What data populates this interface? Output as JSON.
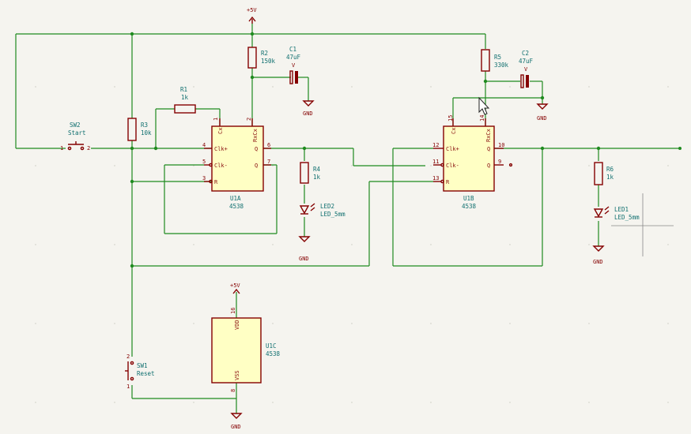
{
  "power": {
    "vcc": "+5V",
    "gnd": "GND"
  },
  "components": {
    "r1": {
      "ref": "R1",
      "value": "1k"
    },
    "r2": {
      "ref": "R2",
      "value": "150k"
    },
    "r3": {
      "ref": "R3",
      "value": "10k"
    },
    "r4": {
      "ref": "R4",
      "value": "1k"
    },
    "r5": {
      "ref": "R5",
      "value": "330k"
    },
    "r6": {
      "ref": "R6",
      "value": "1k"
    },
    "c1": {
      "ref": "C1",
      "value": "47uF"
    },
    "c2": {
      "ref": "C2",
      "value": "47uF"
    },
    "led1": {
      "ref": "LED1",
      "value": "LED_5mm"
    },
    "led2": {
      "ref": "LED2",
      "value": "LED_5mm"
    },
    "sw1": {
      "ref": "SW1",
      "value": "Reset"
    },
    "sw2": {
      "ref": "SW2",
      "value": "Start"
    },
    "u1a": {
      "ref": "U1A",
      "value": "4538"
    },
    "u1b": {
      "ref": "U1B",
      "value": "4538"
    },
    "u1c": {
      "ref": "U1C",
      "value": "4538"
    }
  },
  "pins": {
    "clk_plus": "Clk+",
    "clk_minus": "Clk-",
    "r": "R",
    "q": "Q",
    "cx": "Cx",
    "rxcx": "RxCx",
    "vdd": "VDD",
    "vss": "VSS",
    "polarity": "V",
    "n1": "1",
    "n2": "2",
    "n3": "3",
    "n4": "4",
    "n5": "5",
    "n6": "6",
    "n7": "7",
    "n8": "8",
    "n9": "9",
    "n10": "10",
    "n11": "11",
    "n12": "12",
    "n13": "13",
    "n14": "14",
    "n15": "15",
    "n16": "16"
  }
}
